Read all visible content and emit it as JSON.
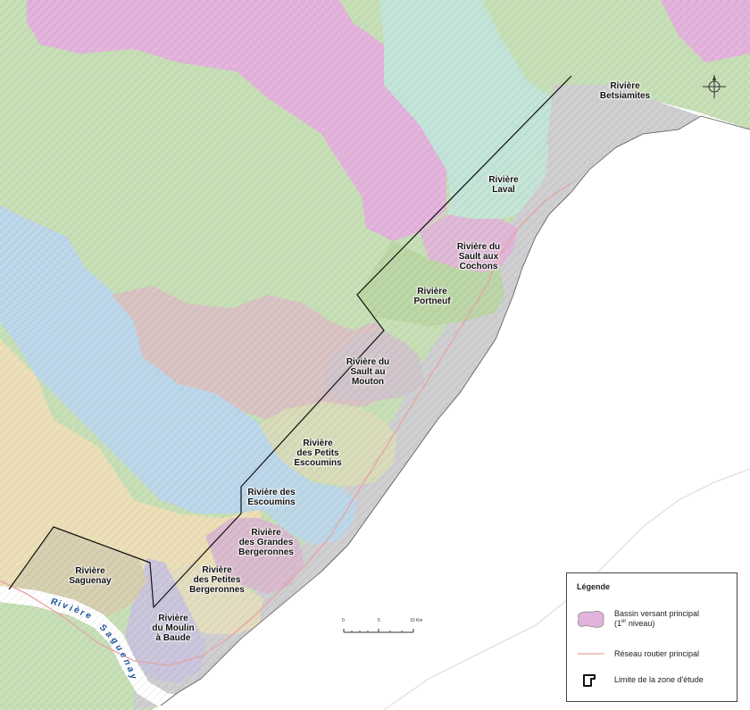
{
  "basins": [
    {
      "id": "betsiamites",
      "lines": [
        "Rivière",
        "Betsiamites"
      ]
    },
    {
      "id": "laval",
      "lines": [
        "Rivière",
        "Laval"
      ]
    },
    {
      "id": "sault-aux-cochons",
      "lines": [
        "Rivière du",
        "Sault aux",
        "Cochons"
      ]
    },
    {
      "id": "portneuf",
      "lines": [
        "Rivière",
        "Portneuf"
      ]
    },
    {
      "id": "sault-au-mouton",
      "lines": [
        "Rivière du",
        "Sault au",
        "Mouton"
      ]
    },
    {
      "id": "petits-escoumins",
      "lines": [
        "Rivière",
        "des Petits",
        "Escoumins"
      ]
    },
    {
      "id": "escoumins",
      "lines": [
        "Rivière des",
        "Escoumins"
      ]
    },
    {
      "id": "grandes-bergeronnes",
      "lines": [
        "Rivière",
        "des Grandes",
        "Bergeronnes"
      ]
    },
    {
      "id": "petites-bergeronnes",
      "lines": [
        "Rivière",
        "des Petites",
        "Bergeronnes"
      ]
    },
    {
      "id": "saguenay",
      "lines": [
        "Rivière",
        "Saguenay"
      ]
    },
    {
      "id": "moulin-a-baude",
      "lines": [
        "Rivière",
        "du Moulin",
        "à Baude"
      ]
    }
  ],
  "river_label": {
    "letters": [
      "R",
      "i",
      "v",
      "i",
      "è",
      "r",
      "e",
      "S",
      "a",
      "g",
      "u",
      "e",
      "n",
      "a",
      "y"
    ]
  },
  "scale": {
    "ticks": [
      "0",
      "5",
      "10 Km"
    ]
  },
  "legend": {
    "title": "Légende",
    "basin_main": "Bassin versant principal",
    "basin_paren_open": "(1",
    "basin_sup": "er",
    "basin_rest": " niveau)",
    "road": "Réseau routier principal",
    "limit": "Limite de la zone d'étude"
  },
  "colors": {
    "sea": "#ffffff",
    "green": "#c7dfb6",
    "pink": "#e3b3dc",
    "teal": "#c3e4d9",
    "blue": "#bcd7ea",
    "mauve": "#d9c3c3",
    "tan": "#ecdfb8",
    "gray": "#cfcfd1",
    "lavender": "#c9c4dd",
    "olive": "#d9dbb8",
    "road": "#e8a3a3",
    "boundary": "#111111",
    "river_text": "#1b4f9a"
  }
}
